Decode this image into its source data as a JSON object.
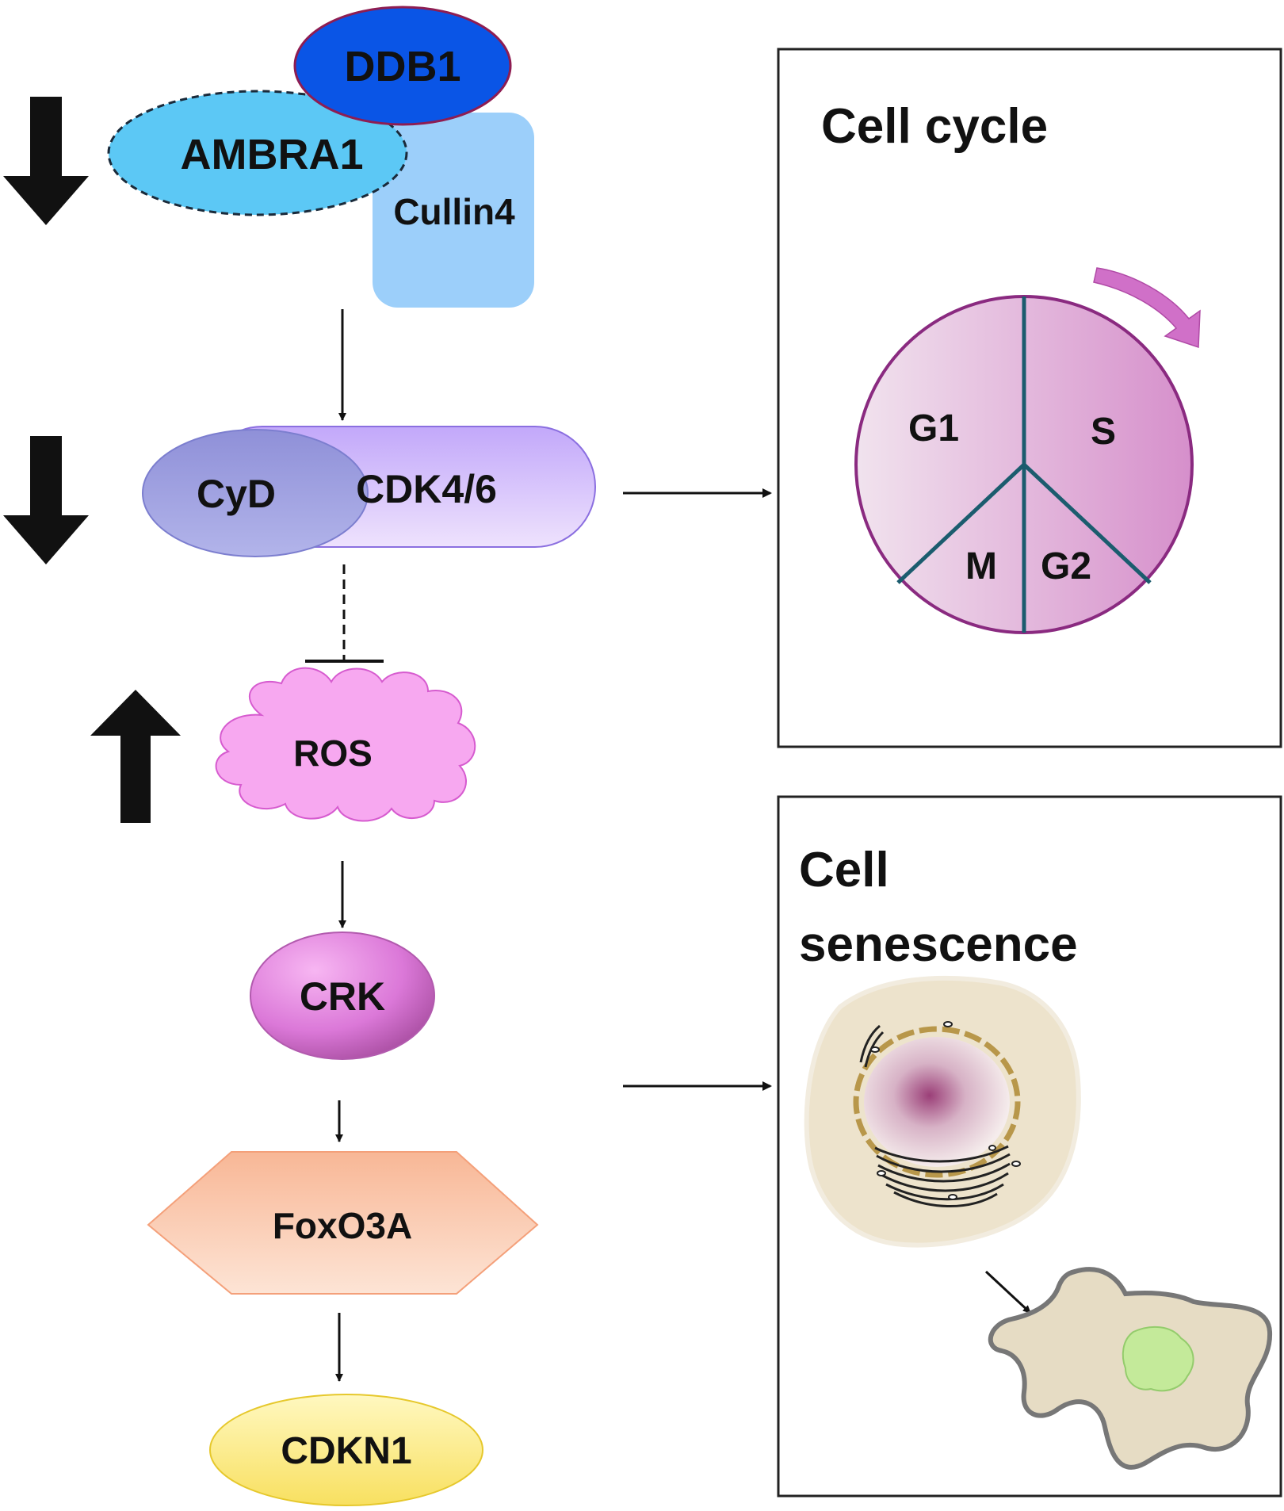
{
  "nodes": {
    "ddb1": "DDB1",
    "ambra1": "AMBRA1",
    "cullin4": "Cullin4",
    "cyd": "CyD",
    "cdk46": "CDK4/6",
    "ros": "ROS",
    "crk": "CRK",
    "foxo3a": "FoxO3A",
    "cdkn1": "CDKN1"
  },
  "trends": {
    "ambra1_complex": "down",
    "cyd_cdk46": "down",
    "ros": "up"
  },
  "cell_cycle_panel": {
    "title": "Cell cycle",
    "phases": {
      "g1": "G1",
      "s": "S",
      "m": "M",
      "g2": "G2"
    }
  },
  "senescence_panel": {
    "title_line1": "Cell",
    "title_line2": "senescence"
  },
  "colors": {
    "ddb1": "#0a55e6",
    "ambra1": "#5cc8f5",
    "cullin4": "#9ccffa",
    "cyd": "#9c9ee0",
    "cdk46": "#d3c0fb",
    "ros": "#f7a8f0",
    "crk": "#d872d6",
    "foxo3a": "#fbc9ad",
    "cdkn1": "#fbeb85",
    "cycle_wheel": "#e7bee0",
    "cycle_border": "#8a2a80",
    "cycle_dividers": "#1b5c6e"
  }
}
